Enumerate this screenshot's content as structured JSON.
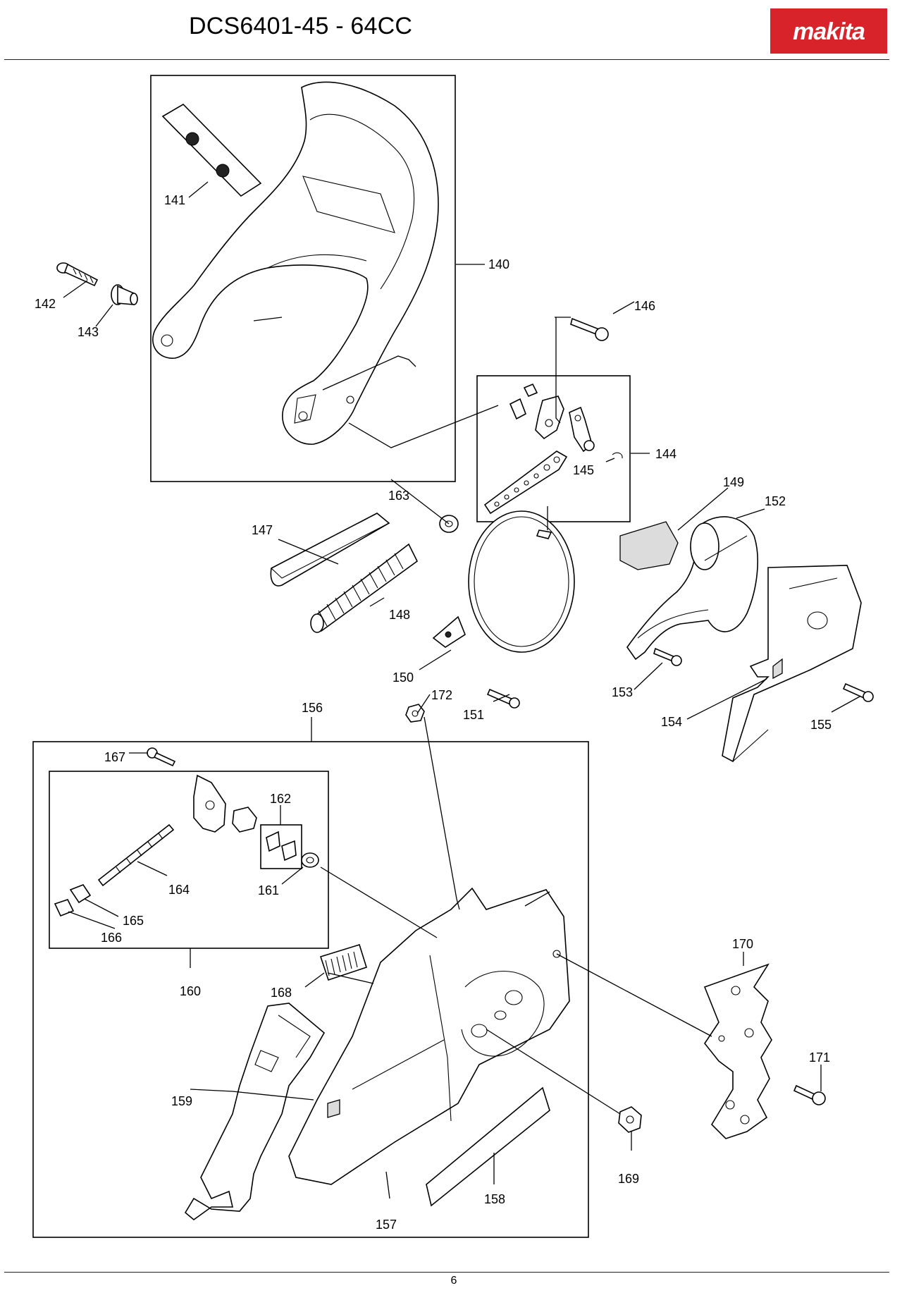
{
  "header": {
    "title": "DCS6401-45 - 64CC",
    "brand": "makita",
    "brand_color": "#d8232a"
  },
  "footer": {
    "page_number": "6"
  },
  "callouts": [
    {
      "id": "140",
      "label": "140"
    },
    {
      "id": "141",
      "label": "141"
    },
    {
      "id": "142",
      "label": "142"
    },
    {
      "id": "143",
      "label": "143"
    },
    {
      "id": "144",
      "label": "144"
    },
    {
      "id": "145",
      "label": "145"
    },
    {
      "id": "146",
      "label": "146"
    },
    {
      "id": "147",
      "label": "147"
    },
    {
      "id": "148",
      "label": "148"
    },
    {
      "id": "149",
      "label": "149"
    },
    {
      "id": "150",
      "label": "150"
    },
    {
      "id": "151",
      "label": "151"
    },
    {
      "id": "152",
      "label": "152"
    },
    {
      "id": "153",
      "label": "153"
    },
    {
      "id": "154",
      "label": "154"
    },
    {
      "id": "155",
      "label": "155"
    },
    {
      "id": "156",
      "label": "156"
    },
    {
      "id": "157",
      "label": "157"
    },
    {
      "id": "158",
      "label": "158"
    },
    {
      "id": "159",
      "label": "159"
    },
    {
      "id": "160",
      "label": "160"
    },
    {
      "id": "161",
      "label": "161"
    },
    {
      "id": "162",
      "label": "162"
    },
    {
      "id": "163",
      "label": "163"
    },
    {
      "id": "164",
      "label": "164"
    },
    {
      "id": "165",
      "label": "165"
    },
    {
      "id": "166",
      "label": "166"
    },
    {
      "id": "167",
      "label": "167"
    },
    {
      "id": "168",
      "label": "168"
    },
    {
      "id": "169",
      "label": "169"
    },
    {
      "id": "170",
      "label": "170"
    },
    {
      "id": "171",
      "label": "171"
    },
    {
      "id": "172",
      "label": "172"
    }
  ]
}
